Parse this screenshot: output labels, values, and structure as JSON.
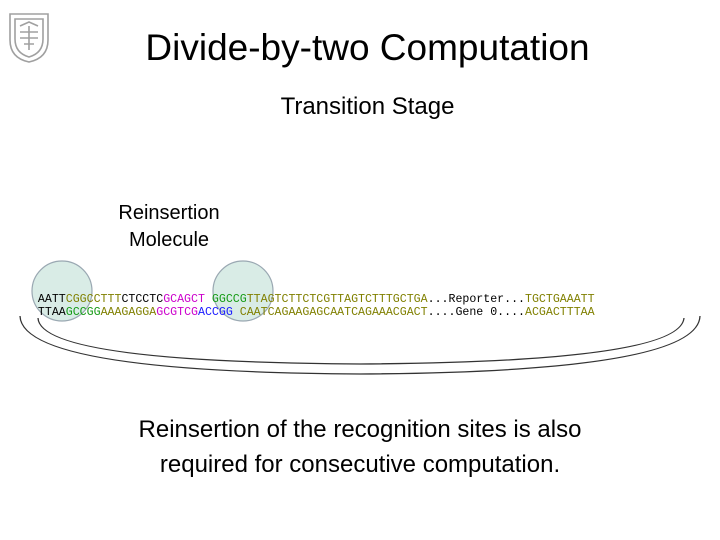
{
  "slide": {
    "title": "Divide-by-two Computation",
    "subtitle": "Transition Stage",
    "molecule_label_line1": "Reinsertion",
    "molecule_label_line2": "Molecule",
    "caption_line1": "Reinsertion of the recognition sites is also",
    "caption_line2": "required for consecutive computation."
  },
  "sequence": {
    "top": [
      {
        "text": "AATT",
        "color": "#000000"
      },
      {
        "text": "CGGCCTTT",
        "color": "#808000"
      },
      {
        "text": "CTCCTC",
        "color": "#000000"
      },
      {
        "text": "GCAGCT",
        "color": "#cc00cc"
      },
      {
        "text": " ",
        "color": "#000000"
      },
      {
        "text": "GGCCG",
        "color": "#169b16"
      },
      {
        "text": "TTAGTCTTCTCGTTAGTCTTTGCTGA",
        "color": "#808000"
      },
      {
        "text": "...Reporter...",
        "color": "#000000"
      },
      {
        "text": "TGCTGAAATT",
        "color": "#808000"
      }
    ],
    "bottom": [
      {
        "text": "TTAA",
        "color": "#000000"
      },
      {
        "text": "GCCGG",
        "color": "#169b16"
      },
      {
        "text": "AAAGAGGA",
        "color": "#808000"
      },
      {
        "text": "GCGTCG",
        "color": "#cc00cc"
      },
      {
        "text": "ACCGG",
        "color": "#1a1aff"
      },
      {
        "text": " ",
        "color": "#000000"
      },
      {
        "text": "CAATCAGAAGAGCAATCAGAAACGACT",
        "color": "#808000"
      },
      {
        "text": "....Gene 0....",
        "color": "#000000"
      },
      {
        "text": "ACGACTTTAA",
        "color": "#808000"
      }
    ]
  },
  "colors": {
    "circle_fill": "#d9ece6",
    "circle_stroke": "#9aa8b2",
    "arc_stroke": "#333333",
    "logo": "#a0a0a0"
  },
  "logo_icon": "technion-logo-icon"
}
